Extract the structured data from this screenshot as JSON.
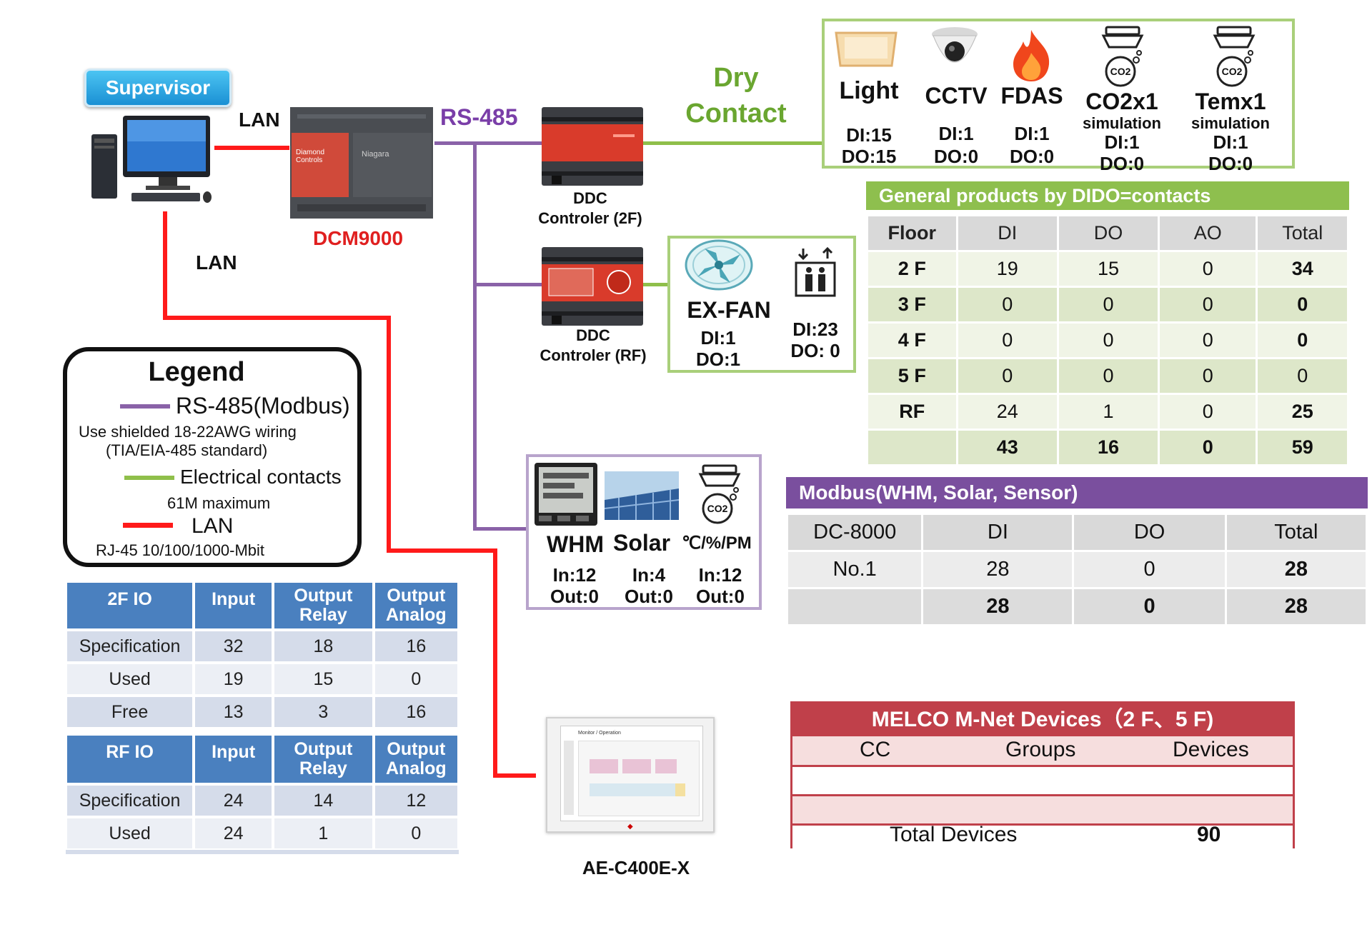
{
  "supervisor": {
    "label": "Supervisor"
  },
  "lan_labels": {
    "top": "LAN",
    "left": "LAN"
  },
  "dcm": {
    "name": "DCM9000",
    "case_brand": "Diamond Controls",
    "case_model": "Niagara"
  },
  "rs485_label": "RS-485",
  "dry_contact": {
    "line1": "Dry",
    "line2": "Contact"
  },
  "ddc_2f": {
    "line1": "DDC",
    "line2": "Controler (2F)"
  },
  "ddc_rf": {
    "line1": "DDC",
    "line2": "Controler (RF)"
  },
  "devices_2f": [
    {
      "name": "Light",
      "sub": "",
      "di": "DI:15",
      "do": "DO:15"
    },
    {
      "name": "CCTV",
      "sub": "",
      "di": "DI:1",
      "do": "DO:0"
    },
    {
      "name": "FDAS",
      "sub": "",
      "di": "DI:1",
      "do": "DO:0"
    },
    {
      "name": "CO2x1",
      "sub": "simulation",
      "di": "DI:1",
      "do": "DO:0"
    },
    {
      "name": "Temx1",
      "sub": "simulation",
      "di": "DI:1",
      "do": "DO:0"
    }
  ],
  "co2_glyph": "CO2",
  "devices_rf": {
    "fan": {
      "name": "EX-FAN",
      "di": "DI:1",
      "do": "DO:1"
    },
    "elevator": {
      "di": "DI:23",
      "do": "DO: 0"
    }
  },
  "modbus_devices": {
    "whm": {
      "name": "WHM",
      "in": "In:12",
      "out": "Out:0"
    },
    "solar": {
      "name": "Solar",
      "in": "In:4",
      "out": "Out:0"
    },
    "sensor": {
      "name": "℃/%/PM",
      "in": "In:12",
      "out": "Out:0"
    }
  },
  "legend": {
    "title": "Legend",
    "rs485": "RS-485(Modbus)",
    "rs485_note1": "Use shielded 18-22AWG wiring",
    "rs485_note2": "(TIA/EIA-485 standard)",
    "electrical": "Electrical contacts",
    "electrical_note": "61M maximum",
    "lan": "LAN",
    "lan_note": "RJ-45 10/100/1000-Mbit"
  },
  "io_2f": {
    "headers": [
      "2F IO",
      "Input",
      "Output Relay",
      "Output Analog"
    ],
    "rows": [
      [
        "Specification",
        "32",
        "18",
        "16"
      ],
      [
        "Used",
        "19",
        "15",
        "0"
      ],
      [
        "Free",
        "13",
        "3",
        "16"
      ]
    ]
  },
  "io_rf": {
    "headers": [
      "RF IO",
      "Input",
      "Output Relay",
      "Output Analog"
    ],
    "rows": [
      [
        "Specification",
        "24",
        "14",
        "12"
      ],
      [
        "Used",
        "24",
        "1",
        "0"
      ]
    ]
  },
  "dido_table": {
    "title": "General products by DIDO=contacts",
    "headers": [
      "Floor",
      "DI",
      "DO",
      "AO",
      "Total"
    ],
    "rows": [
      [
        "2 F",
        "19",
        "15",
        "0",
        "34"
      ],
      [
        "3 F",
        "0",
        "0",
        "0",
        "0"
      ],
      [
        "4 F",
        "0",
        "0",
        "0",
        "0"
      ],
      [
        "5 F",
        "0",
        "0",
        "0",
        "0"
      ],
      [
        "RF",
        "24",
        "1",
        "0",
        "25"
      ],
      [
        "",
        "43",
        "16",
        "0",
        "59"
      ]
    ]
  },
  "modbus_table": {
    "title": "Modbus(WHM, Solar, Sensor)",
    "headers": [
      "DC-8000",
      "DI",
      "DO",
      "Total"
    ],
    "rows": [
      [
        "No.1",
        "28",
        "0",
        "28"
      ],
      [
        "",
        "28",
        "0",
        "28"
      ]
    ]
  },
  "melco_table": {
    "title": "MELCO M-Net Devices（2 F、5 F)",
    "headers": [
      "CC",
      "Groups",
      "Devices"
    ],
    "total_label": "Total Devices",
    "total_value": "90"
  },
  "touch_panel": {
    "label": "AE-C400E-X",
    "screen_title": "Monitor / Operation"
  },
  "colors": {
    "red": "#ff1a1a",
    "purple": "#8a62a8",
    "green": "#8fbf4a",
    "supervisor_blue": "#1aa6e0",
    "dcm_red": "#e02020"
  }
}
